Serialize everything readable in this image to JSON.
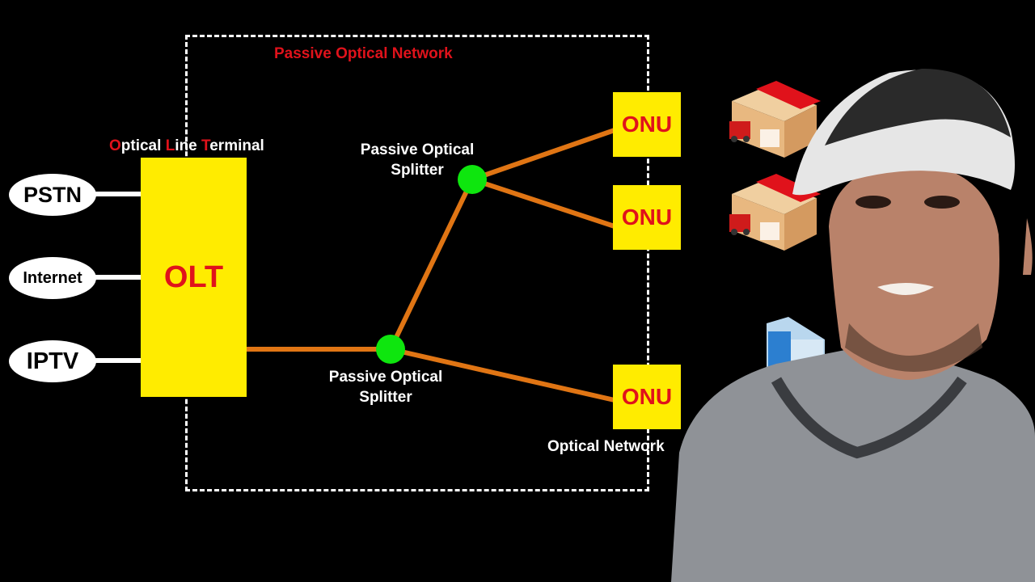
{
  "diagram": {
    "pon_title": "Passive Optical Network",
    "olt_title": {
      "o": "O",
      "ptical": "ptical ",
      "l": "L",
      "ine": "ine ",
      "t": "T",
      "erminal": "erminal"
    },
    "olt_label": "OLT",
    "services": [
      "PSTN",
      "Internet",
      "IPTV"
    ],
    "onu_label": "ONU",
    "splitter_label_top": [
      "Passive Optical",
      "Splitter"
    ],
    "splitter_label_bottom": [
      "Passive Optical",
      "Splitter"
    ],
    "ont_label": "Optical Network"
  },
  "colors": {
    "fiber": "#e07514",
    "box": "#ffec00",
    "text_red": "#e0121b",
    "splitter": "#0ee60e"
  }
}
